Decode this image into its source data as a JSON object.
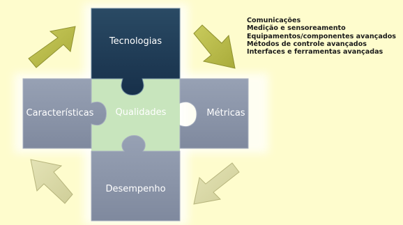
{
  "pieces": {
    "top": "Tecnologias",
    "left": "Características",
    "center": "Qualidades",
    "right": "Métricas",
    "bottom": "Desempenho"
  },
  "bullets": [
    "Comunicações",
    "Medição e sensoreamento",
    "Equipamentos/componentes avançados",
    "Métodos de controle avançados",
    "Interfaces e ferramentas avançadas"
  ],
  "colors": {
    "background": "#fefccd",
    "top_piece": "#1f3b52",
    "side_pieces": "#8a94a8",
    "center_piece": "#c8e5bd",
    "arrows": "#b7b94a",
    "arrows_light": "#d9d8a6"
  }
}
